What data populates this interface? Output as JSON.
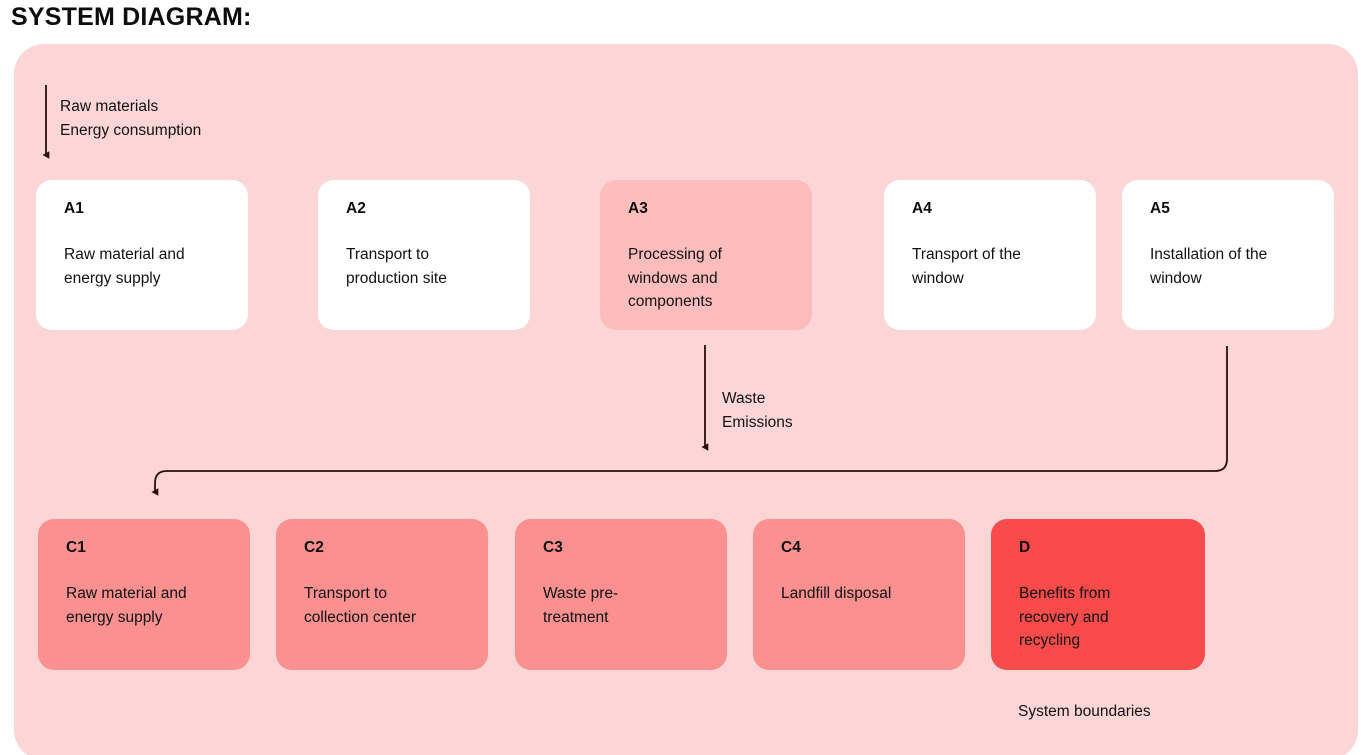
{
  "title": "SYSTEM DIAGRAM:",
  "boundary": {
    "caption": "System boundaries",
    "background_color": "#FCD6D6"
  },
  "flow_notes": {
    "input": "Raw materials\nEnergy consumption",
    "output": "Waste\nEmissions"
  },
  "stages": {
    "production_row": [
      {
        "code": "A1",
        "label": "Raw material and\nenergy supply",
        "fill": "#FFFFFF",
        "highlighted": false
      },
      {
        "code": "A2",
        "label": "Transport to\nproduction site",
        "fill": "#FFFFFF",
        "highlighted": false
      },
      {
        "code": "A3",
        "label": "Processing of\nwindows and\ncomponents",
        "fill": "#FDBDBD",
        "highlighted": true
      },
      {
        "code": "A4",
        "label": "Transport of the\nwindow",
        "fill": "#FFFFFF",
        "highlighted": false
      },
      {
        "code": "A5",
        "label": "Installation of the\nwindow",
        "fill": "#FFFFFF",
        "highlighted": false
      }
    ],
    "end_of_life_row": [
      {
        "code": "C1",
        "label": "Raw material and\nenergy supply",
        "fill": "#FA9090",
        "highlighted": false
      },
      {
        "code": "C2",
        "label": "Transport to\ncollection center",
        "fill": "#FA9090",
        "highlighted": false
      },
      {
        "code": "C3",
        "label": "Waste pre-\ntreatment",
        "fill": "#FA9090",
        "highlighted": false
      },
      {
        "code": "C4",
        "label": "Landfill disposal",
        "fill": "#FA9090",
        "highlighted": false
      },
      {
        "code": "D",
        "label": "Benefits from\nrecovery and\nrecycling",
        "fill": "#FA4B4B",
        "highlighted": true
      }
    ]
  },
  "colors": {
    "boundary_fill": "#FCD6D6",
    "node_white": "#FFFFFF",
    "node_pink": "#FDBDBD",
    "node_salmon": "#FA9090",
    "node_red": "#FA4B4B",
    "connector": "#2B0D0D",
    "text": "#111111"
  }
}
